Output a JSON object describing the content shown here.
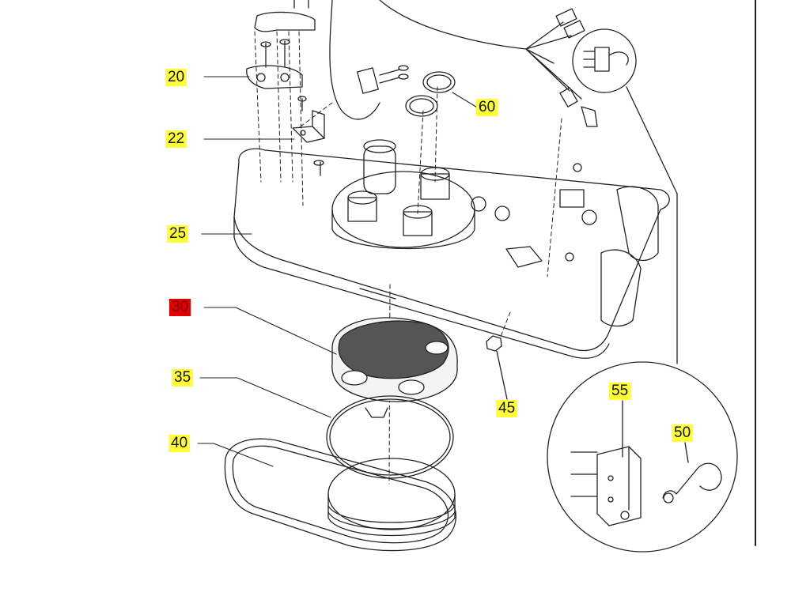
{
  "diagram": {
    "callouts": [
      {
        "id": "20",
        "label": "20",
        "selected": false
      },
      {
        "id": "22",
        "label": "22",
        "selected": false
      },
      {
        "id": "25",
        "label": "25",
        "selected": false
      },
      {
        "id": "30",
        "label": "30",
        "selected": true
      },
      {
        "id": "35",
        "label": "35",
        "selected": false
      },
      {
        "id": "40",
        "label": "40",
        "selected": false
      },
      {
        "id": "45",
        "label": "45",
        "selected": false
      },
      {
        "id": "50",
        "label": "50",
        "selected": false
      },
      {
        "id": "55",
        "label": "55",
        "selected": false
      },
      {
        "id": "60",
        "label": "60",
        "selected": false
      }
    ],
    "colors": {
      "highlight": "#ffff33",
      "selected": "#e00000",
      "line": "#222222"
    }
  }
}
